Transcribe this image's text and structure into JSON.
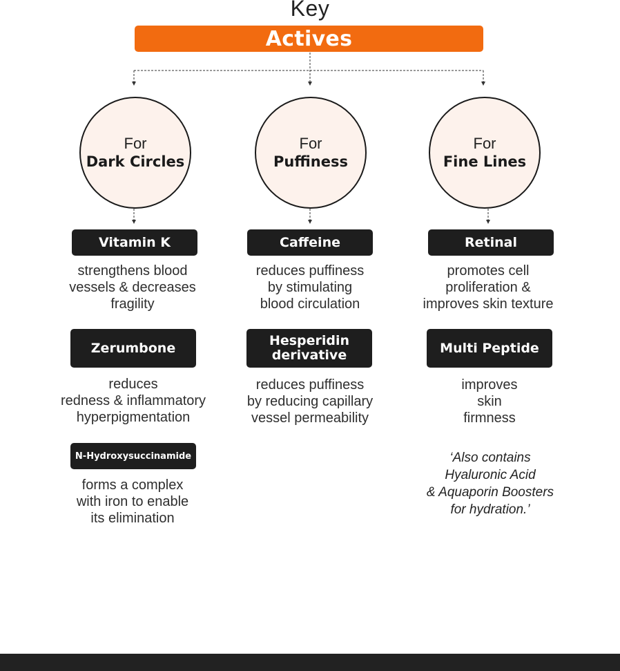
{
  "header": {
    "title": "Key",
    "banner_label": "Actives"
  },
  "colors": {
    "banner": "#f26b10",
    "circle_fill": "#fdf2ec",
    "pill": "#1e1e1e",
    "footer": "#222222"
  },
  "columns": [
    {
      "circle_prefix": "For",
      "circle_focus": "Dark Circles",
      "actives": [
        {
          "name": "Vitamin K",
          "description": "strengthens blood\nvessels & decreases\nfragility"
        },
        {
          "name": "Zerumbone",
          "description": "reduces\nredness & inflammatory\nhyperpigmentation"
        },
        {
          "name": "N-Hydroxysuccinamide",
          "description": "forms a complex\nwith iron to enable\nits elimination"
        }
      ]
    },
    {
      "circle_prefix": "For",
      "circle_focus": "Puffiness",
      "actives": [
        {
          "name": "Caffeine",
          "description": "reduces puffiness\nby stimulating\nblood circulation"
        },
        {
          "name": "Hesperidin\nderivative",
          "description": "reduces puffiness\nby reducing capillary\nvessel permeability"
        }
      ]
    },
    {
      "circle_prefix": "For",
      "circle_focus": "Fine Lines",
      "actives": [
        {
          "name": "Retinal",
          "description": "promotes cell\nproliferation &\nimproves skin texture"
        },
        {
          "name": "Multi Peptide",
          "description": "improves\nskin\nfirmness"
        }
      ],
      "note": "‘Also contains\nHyaluronic Acid\n& Aquaporin Boosters\nfor hydration.’"
    }
  ]
}
